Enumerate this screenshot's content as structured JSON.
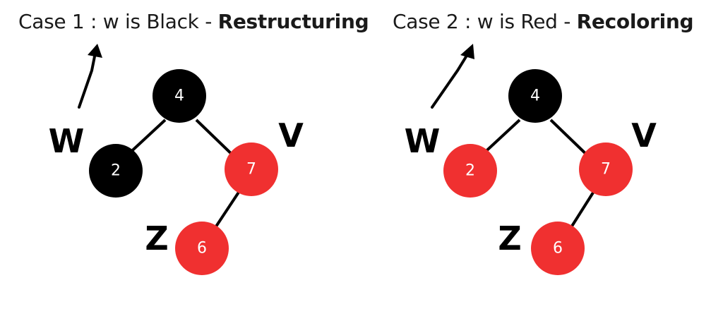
{
  "colors": {
    "black_node": "#000000",
    "red_node": "#f03030",
    "edge": "#000000",
    "label_on_black": "#ffffff",
    "label_on_red": "#ffffff"
  },
  "cases": [
    {
      "title_prefix": "Case 1 : w is Black - ",
      "title_bold": "Restructuring",
      "labels": {
        "w": "W",
        "v": "V",
        "z": "Z"
      },
      "nodes": [
        {
          "id": "root",
          "text": "4",
          "color": "black"
        },
        {
          "id": "w",
          "text": "2",
          "color": "black"
        },
        {
          "id": "v",
          "text": "7",
          "color": "red"
        },
        {
          "id": "z",
          "text": "6",
          "color": "red"
        }
      ]
    },
    {
      "title_prefix": "Case 2 : w is Red - ",
      "title_bold": "Recoloring",
      "labels": {
        "w": "W",
        "v": "V",
        "z": "Z"
      },
      "nodes": [
        {
          "id": "root",
          "text": "4",
          "color": "black"
        },
        {
          "id": "w",
          "text": "2",
          "color": "red"
        },
        {
          "id": "v",
          "text": "7",
          "color": "red"
        },
        {
          "id": "z",
          "text": "6",
          "color": "red"
        }
      ]
    }
  ]
}
